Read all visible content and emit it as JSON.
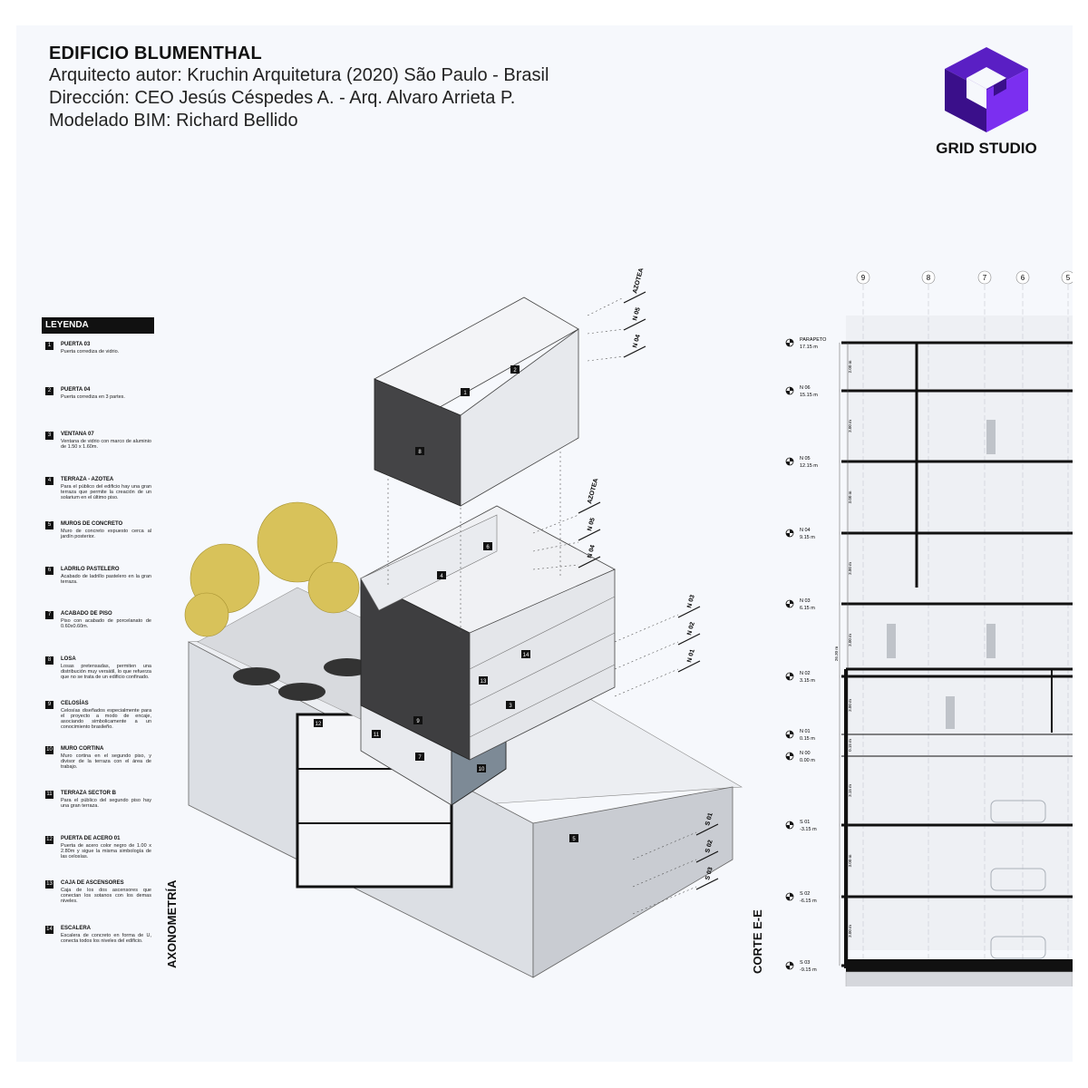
{
  "header": {
    "title": "EDIFICIO BLUMENTHAL",
    "author_line": "Arquitecto autor:  Kruchin Arquitetura (2020) São Paulo - Brasil",
    "direction_line": "Dirección: CEO Jesús Céspedes A. - Arq. Alvaro Arrieta P.",
    "bim_line": "Modelado BIM: Richard Bellido"
  },
  "logo": {
    "text": "GRID STUDIO",
    "color_dark": "#3a0f8a",
    "color_light": "#7b2ff0"
  },
  "legend": {
    "title": "LEYENDA",
    "items": [
      {
        "num": "1",
        "name": "PUERTA 03",
        "desc": "Puerta corrediza de vidrio."
      },
      {
        "num": "2",
        "name": "PUERTA 04",
        "desc": "Puerta corrediza en 3 partes."
      },
      {
        "num": "3",
        "name": "VENTANA 07",
        "desc": "Ventana de vidrio con marco de aluminio de 1.50 x 1.60m."
      },
      {
        "num": "4",
        "name": "TERRAZA - AZOTEA",
        "desc": "Para el público del edificio hay una gran terraza que permite la creación de un solarium en el último piso."
      },
      {
        "num": "5",
        "name": "MUROS DE CONCRETO",
        "desc": "Muro de concreto expuesto cerca al jardín posterior."
      },
      {
        "num": "6",
        "name": "LADRILO PASTELERO",
        "desc": "Acabado de ladrillo pastelero en la gran terraza."
      },
      {
        "num": "7",
        "name": "ACABADO DE PISO",
        "desc": "Piso con acabado de porcelanato de 0.60x0.60m."
      },
      {
        "num": "8",
        "name": "LOSA",
        "desc": "Losas pretensadas, permiten una distribución muy versátil, lo que refuerza que no se trata de un edificio confinado."
      },
      {
        "num": "9",
        "name": "CELOSÍAS",
        "desc": "Celosías diseñados especialmente para el proyecto a modo de encaje, asociando simbolicamente a un conocimiento brasileño."
      },
      {
        "num": "10",
        "name": "MURO CORTINA",
        "desc": "Muro cortina en el segundo piso, y divisor de la terraza con el área de trabajo."
      },
      {
        "num": "11",
        "name": "TERRAZA SECTOR B",
        "desc": "Para el público del segundo piso hay una gran terraza."
      },
      {
        "num": "12",
        "name": "PUERTA DE ACERO 01",
        "desc": "Puerta de acero color negro de 1.00 x 2.80m y sigue la misma simbología de las celosías."
      },
      {
        "num": "13",
        "name": "CAJA DE ASCENSORES",
        "desc": "Caja de los dos ascensores que conectan los sotanos con los demas niveles."
      },
      {
        "num": "14",
        "name": "ESCALERA",
        "desc": "Escalera de concreto en forma de U, conecta todos los niveles del edificio."
      }
    ]
  },
  "axonometry": {
    "label": "AXONOMETRÍA",
    "upper_levels": [
      "AZOTEA",
      "N 05",
      "N 04"
    ],
    "mid_levels": [
      "AZOTEA",
      "N 05",
      "N 04"
    ],
    "lower_levels": [
      "N 03",
      "N 02",
      "N 01"
    ],
    "basement_levels": [
      "S 01",
      "S 02",
      "S 03"
    ],
    "tags": [
      "1",
      "2",
      "3",
      "4",
      "5",
      "6",
      "7",
      "8",
      "9",
      "10",
      "11",
      "12",
      "13",
      "14"
    ]
  },
  "section": {
    "label": "CORTE E-E",
    "axes": [
      "9",
      "8",
      "7",
      "6",
      "5"
    ],
    "levels": [
      {
        "name": "PARAPETO",
        "elev": "17.15 m"
      },
      {
        "name": "N 06",
        "elev": "15.15 m"
      },
      {
        "name": "N 05",
        "elev": "12.15 m"
      },
      {
        "name": "N 04",
        "elev": "9.15 m"
      },
      {
        "name": "N 03",
        "elev": "6.15 m"
      },
      {
        "name": "N 02",
        "elev": "3.15 m"
      },
      {
        "name": "N 01",
        "elev": "0.15 m"
      },
      {
        "name": "N 00",
        "elev": "0.00 m"
      },
      {
        "name": "S 01",
        "elev": "-3.15 m"
      },
      {
        "name": "S 02",
        "elev": "-6.15 m"
      },
      {
        "name": "S 03",
        "elev": "-9.15 m"
      }
    ],
    "dims": [
      "2.00 m",
      "3.00 m",
      "3.00 m",
      "3.00 m",
      "3.00 m",
      "3.00 m",
      "0.15 m",
      "3.15 m",
      "3.00 m",
      "3.00 m"
    ],
    "total_dim": "26.30 m"
  }
}
